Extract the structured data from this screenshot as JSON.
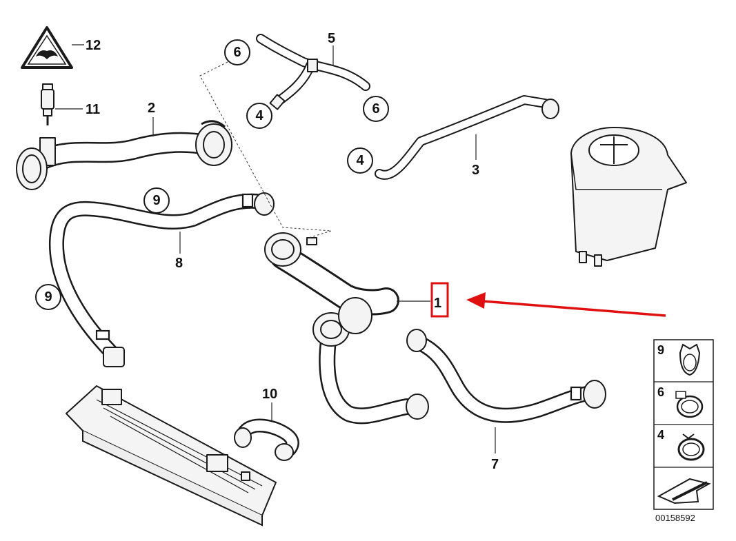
{
  "diagram": {
    "reference_code": "00158592",
    "highlight_color": "#e01010",
    "callouts": {
      "n1": "1",
      "n2": "2",
      "n3": "3",
      "n5": "5",
      "n7": "7",
      "n8": "8",
      "n10": "10",
      "n11": "11",
      "n12": "12"
    },
    "circled_callouts": {
      "c6_top": "6",
      "c6_right": "6",
      "c4_top": "4",
      "c4_mid": "4",
      "c9_top": "9",
      "c9_left": "9"
    },
    "legend": [
      {
        "label": "9",
        "icon": "hose-clip-icon"
      },
      {
        "label": "6",
        "icon": "screw-clamp-icon"
      },
      {
        "label": "4",
        "icon": "spring-clamp-icon"
      },
      {
        "label": "",
        "icon": "arrow-direction-icon"
      }
    ]
  }
}
